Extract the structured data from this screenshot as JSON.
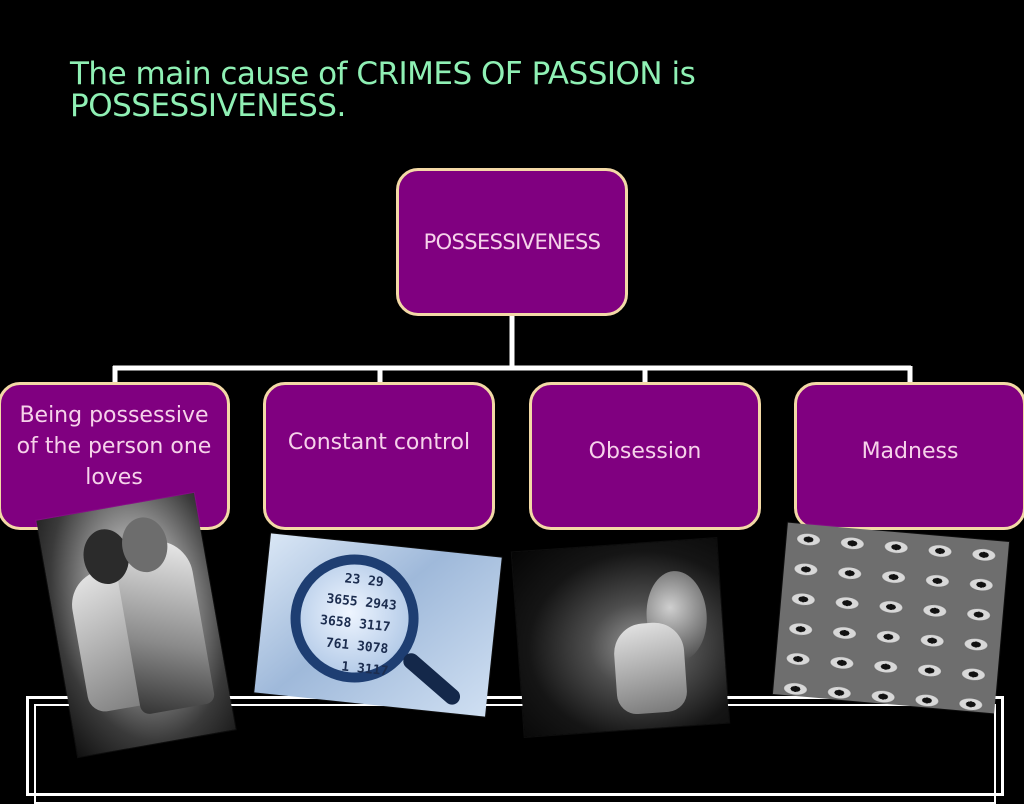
{
  "slide": {
    "title": "The main cause of CRIMES OF PASSION is POSSESSIVENESS."
  },
  "diagram": {
    "root": "POSSESSIVENESS",
    "children": [
      "Being possessive of the person one loves",
      "Constant control",
      "Obsession",
      "Madness"
    ]
  },
  "images": {
    "p2_numbers": [
      "23 29",
      "3655 2943",
      "3658 3117",
      "761 3078",
      "1 3117"
    ]
  },
  "colors": {
    "background": "#000000",
    "title_text": "#8ff0b4",
    "node_fill": "#800080",
    "node_border": "#f3d9a6",
    "node_text": "#f6d2ea",
    "connector": "#ffffff"
  }
}
